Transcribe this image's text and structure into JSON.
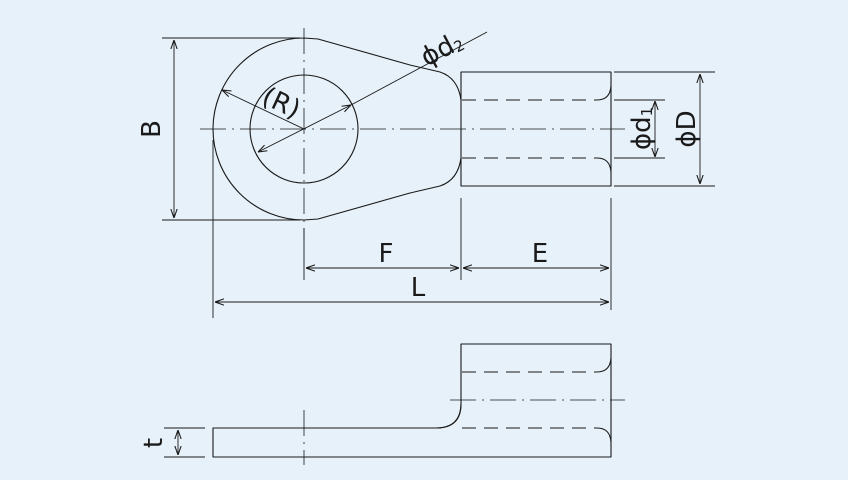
{
  "labels": {
    "B": "B",
    "R": "(R)",
    "d2_main": "ϕd",
    "d2_sub": "2",
    "d1_main": "ϕd",
    "d1_sub": "1",
    "D": "ϕD",
    "F": "F",
    "E": "E",
    "L": "L",
    "t": "t"
  },
  "colors": {
    "background": "#e6f1f9",
    "ink": "#1a1a1a"
  }
}
